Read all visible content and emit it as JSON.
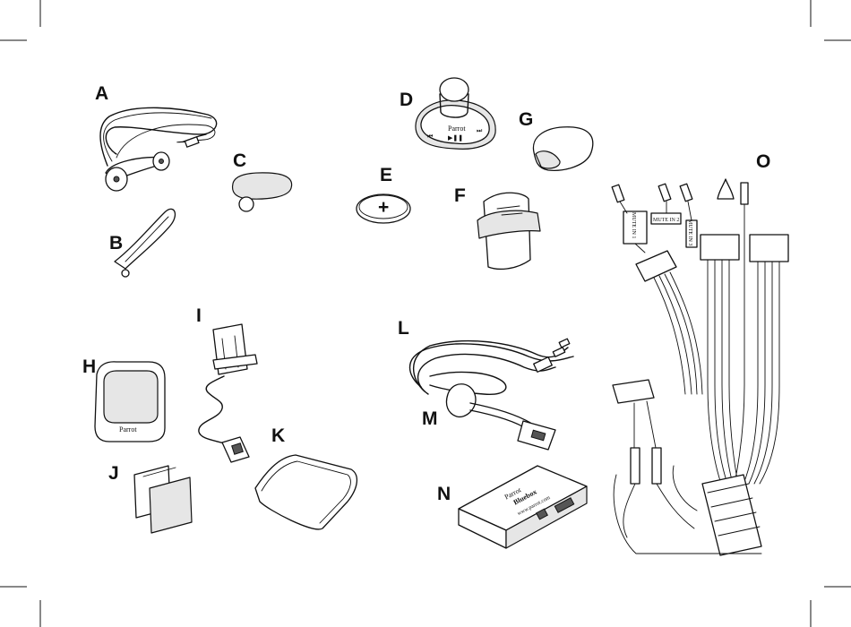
{
  "labels": {
    "A": "A",
    "B": "B",
    "C": "C",
    "D": "D",
    "E": "E",
    "F": "F",
    "G": "G",
    "H": "H",
    "I": "I",
    "J": "J",
    "K": "K",
    "L": "L",
    "M": "M",
    "N": "N",
    "O": "O"
  },
  "device_text": {
    "remote_brand": "Parrot",
    "remote_play_pause": "▶❚❚",
    "battery_sign": "+",
    "screen_brand": "Parrot",
    "box_brand": "Parrot",
    "box_model": "Bluebox",
    "box_url": "www.parrot.com",
    "mute_in_1": "MUTE IN 1",
    "mute_in_2": "MUTE IN 2",
    "mute_in_3": "MUTE IN 3"
  }
}
